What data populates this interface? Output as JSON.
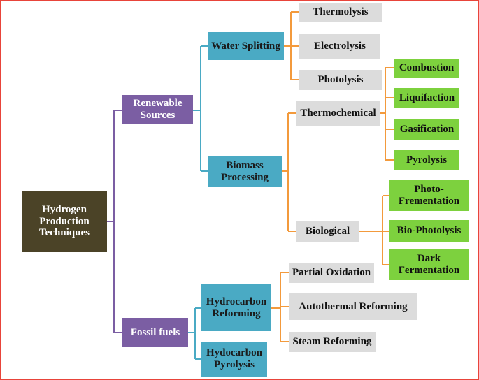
{
  "diagram": {
    "root": "Hydrogen\nProduction\nTechniques",
    "renewable_sources": "Renewable\nSources",
    "fossil_fuels": "Fossil fuels",
    "water_splitting": "Water Splitting",
    "biomass_processing": "Biomass\nProcessing",
    "hydrocarbon_reforming": "Hydrocarbon\nReforming",
    "hydrocarbon_pyrolysis": "Hydocarbon\nPyrolysis",
    "thermolysis": "Thermolysis",
    "electrolysis": "Electrolysis",
    "photolysis": "Photolysis",
    "thermochemical": "Thermochemical",
    "biological": "Biological",
    "combustion": "Combustion",
    "liquifaction": "Liquifaction",
    "gasification": "Gasification",
    "pyrolysis": "Pyrolysis",
    "photo_fermentation": "Photo-\nFrementation",
    "bio_photolysis": "Bio-Photolysis",
    "dark_fermentation": "Dark\nFermentation",
    "partial_oxidation": "Partial Oxidation",
    "autothermal_reforming": "Autothermal Reforming",
    "steam_reforming": "Steam Reforming"
  },
  "colors": {
    "root_fill": "#4b4327",
    "level1_fill": "#7b5ea3",
    "level2_fill": "#4aaac4",
    "level3_fill": "#dcdcdc",
    "level4_fill": "#7dd13e",
    "purple_connector": "#7b5ea3",
    "teal_connector": "#4aaac4",
    "orange_connector": "#f39a3c",
    "border": "#e8443a"
  }
}
